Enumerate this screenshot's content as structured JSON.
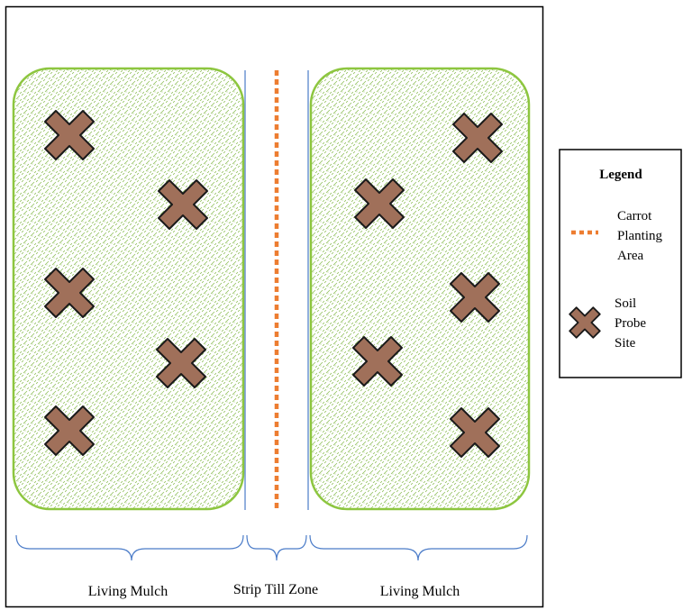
{
  "colors": {
    "frame": "#000000",
    "bed_outline": "#8dc63f",
    "bed_texture": "#8fbf5a",
    "divider_line": "#4a7bc8",
    "carrot_row": "#ed7d31",
    "probe_fill": "#a0705a",
    "probe_stroke": "#1a1a1a",
    "brace": "#4a7bc8"
  },
  "zones": {
    "left": "Living Mulch",
    "middle": "Strip Till Zone",
    "right": "Living Mulch"
  },
  "legend": {
    "title": "Legend",
    "items": [
      {
        "icon": "dashed-line-icon",
        "lines": [
          "Carrot",
          "Planting",
          "Area"
        ]
      },
      {
        "icon": "x-marker-icon",
        "lines": [
          "Soil",
          "Probe",
          "Site"
        ]
      }
    ]
  }
}
